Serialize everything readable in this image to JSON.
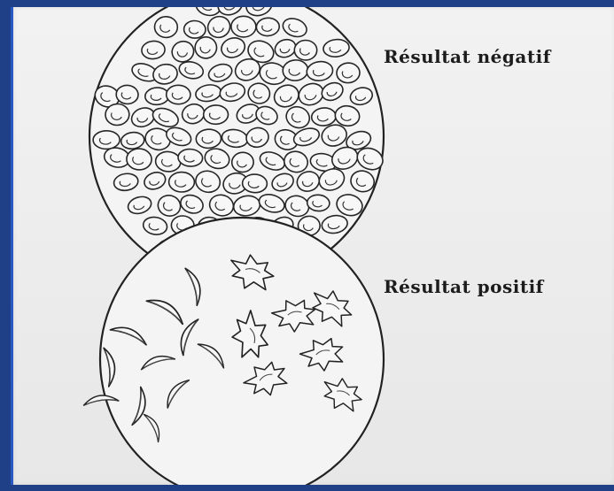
{
  "labels": {
    "negative": "Résultat négatif",
    "positive": "Résultat positif"
  },
  "colors": {
    "background": "#1f3f86",
    "paper": "#ececec",
    "ink": "#222222",
    "accent_edge": "#2a58c2"
  },
  "panels": [
    {
      "name": "negative-result-circle",
      "depicts": "round red blood cells (no sickling)"
    },
    {
      "name": "positive-result-circle",
      "depicts": "sickle-shaped and crenated cells"
    }
  ]
}
